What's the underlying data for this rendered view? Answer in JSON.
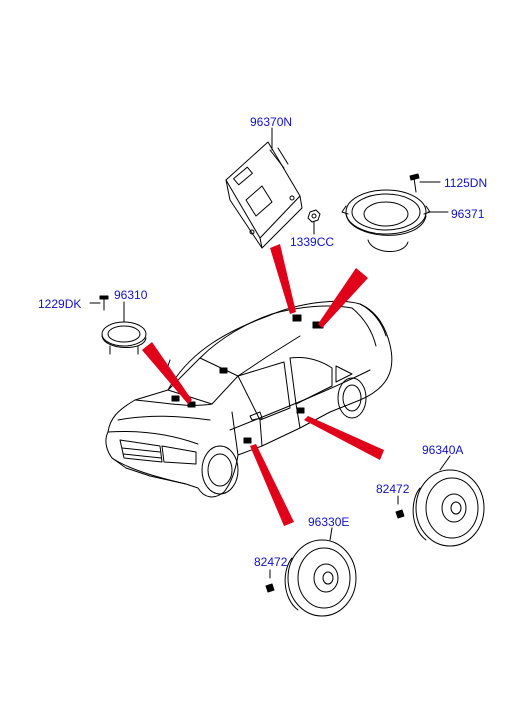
{
  "diagram": {
    "colors": {
      "label": "#1010c8",
      "leader_arrow": "#e0001a",
      "line": "#000000"
    },
    "parts": {
      "amp": "96370N",
      "nut": "1339CC",
      "screw_rear": "1125DN",
      "rear_speaker": "96371",
      "screw_tweeter": "1229DK",
      "tweeter": "96310",
      "rear_door_speaker": "96340A",
      "clip_rear": "82472",
      "front_door_speaker": "96330E",
      "clip_front": "82472"
    }
  }
}
